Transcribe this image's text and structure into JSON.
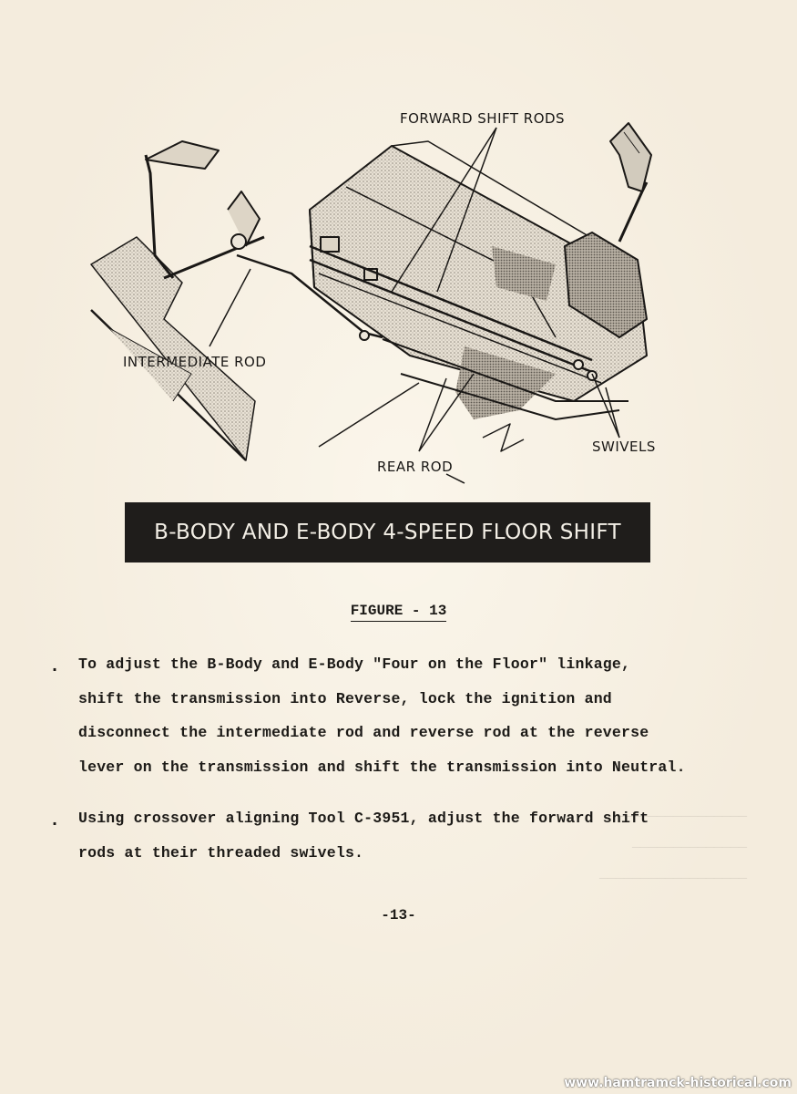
{
  "illustration": {
    "callouts": {
      "forward_shift_rods": "FORWARD SHIFT RODS",
      "intermediate_rod": "INTERMEDIATE ROD",
      "rear_rod": "REAR ROD",
      "swivels": "SWIVELS"
    }
  },
  "banner": {
    "title": "B-BODY AND E-BODY 4-SPEED FLOOR SHIFT"
  },
  "figure": {
    "label": "FIGURE - 13"
  },
  "instructions": [
    {
      "bullet": ".",
      "lines": [
        "To adjust the B-Body and E-Body \"Four on the Floor\" linkage,",
        "shift the transmission into Reverse, lock the ignition and",
        "disconnect the intermediate rod and reverse rod at the reverse",
        "lever on the transmission and shift the transmission into Neutral."
      ]
    },
    {
      "bullet": ".",
      "lines": [
        "Using crossover aligning Tool C-3951, adjust the forward shift",
        "rods at their threaded swivels."
      ]
    }
  ],
  "page_number": "-13-",
  "watermark": "www.hamtramck-historical.com"
}
